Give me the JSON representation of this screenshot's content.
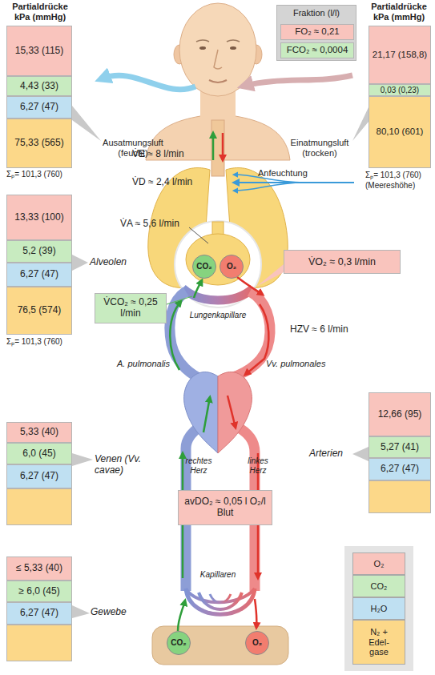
{
  "diagram": {
    "nodes": [
      {
        "text": [
          "15,33 (115)"
        ]
      },
      {
        "text": [
          "4,43 (33)"
        ]
      },
      {
        "text": [
          "6,27 (47)"
        ]
      },
      {
        "text": [
          "75,33 (565)"
        ]
      },
      {
        "text": [
          "Fraktion (l/l)"
        ]
      },
      {
        "text": [
          "FO₂ ≈ 0,21"
        ],
        "in": 4
      },
      {
        "text": [
          "FCO₂ ≈ 0,0004"
        ],
        "in": 4
      },
      {
        "text": [
          "21,17 (158,8)"
        ]
      },
      {
        "text": [
          "0,03 (0,23)"
        ]
      },
      {
        "text": [
          "80,10 (601)"
        ]
      },
      {
        "text": [
          "13,33 (100)"
        ]
      },
      {
        "text": [
          "5,2 (39)"
        ]
      },
      {
        "text": [
          "6,27 (47)"
        ]
      },
      {
        "text": [
          "76,5 (574)"
        ]
      },
      {
        "text": [
          "CO₂"
        ]
      },
      {
        "text": [
          "O₂"
        ]
      },
      {
        "text": [
          "V̇O₂ ≈ 0,3 l/min"
        ]
      },
      {
        "text": [
          "V̇CO₂ ≈ 0,25 l/min"
        ]
      },
      {
        "text": [
          "12,66 (95)"
        ]
      },
      {
        "text": [
          "5,27 (41)"
        ]
      },
      {
        "text": [
          "6,27 (47)"
        ]
      },
      {
        "text": [
          "5,33 (40)"
        ]
      },
      {
        "text": [
          "6,0 (45)"
        ]
      },
      {
        "text": [
          "6,27 (47)"
        ]
      },
      {
        "text": [
          "avDO₂ ≈ 0,05 l O₂/l Blut"
        ]
      },
      {
        "text": [
          "≤ 5,33 (40)"
        ]
      },
      {
        "text": [
          "≥ 6,0 (45)"
        ]
      },
      {
        "text": [
          "6,27 (47)"
        ]
      },
      {
        "text": [
          "CO₂"
        ]
      },
      {
        "text": [
          "O₂"
        ]
      }
    ],
    "labels": [
      "Partialdrücke kPa (mmHg)",
      "Partialdrücke kPa (mmHg)",
      "Ausatmungsluft (feucht)",
      "Einatmungsluft (trocken)",
      "Σₚ= 101,3 (760)",
      "Σₚ= 101,3 (760)",
      "(Meereshöhe)",
      "V̇E ≈ 8 l/min",
      "V̇D ≈ 2,4 l/min",
      "Anfeuchtung",
      "V̇A ≈ 5,6 l/min",
      "Alveolen",
      "Σₚ= 101,3 (760)",
      "Lungenkapillare",
      "HZV ≈ 6 l/min",
      "A. pulmonalis",
      "Vv. pulmonales",
      "Venen (Vv. cavae)",
      "Arterien",
      "rechtes Herz",
      "linkes Herz",
      "Kapillaren",
      "Gewebe"
    ],
    "legend": [
      {
        "text": "O₂",
        "color": "#f9c4bd"
      },
      {
        "text": "CO₂",
        "color": "#c8ebc0"
      },
      {
        "text": "H₂O",
        "color": "#bfe0f2"
      },
      {
        "text": "N₂ + Edel-gase",
        "color": "#fcd889"
      }
    ]
  }
}
